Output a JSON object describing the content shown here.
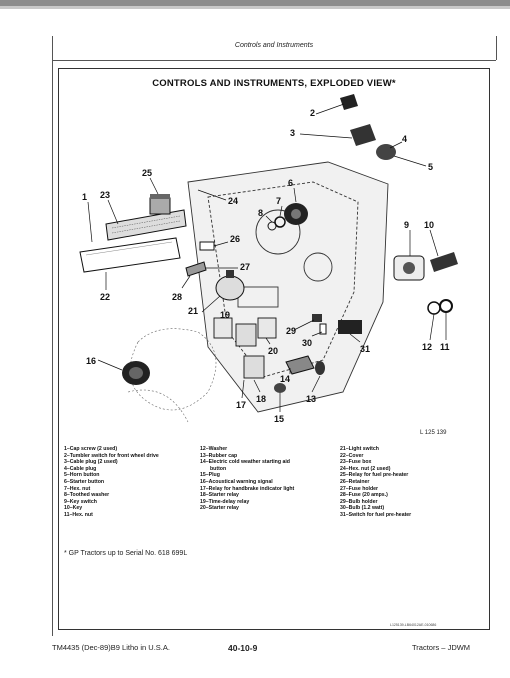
{
  "header": {
    "section_title": "Controls and Instruments"
  },
  "figure": {
    "title": "CONTROLS AND INSTRUMENTS, EXPLODED VIEW*",
    "figure_id": "L 125 139",
    "figure_code": "L125139-LB64012AE-010686",
    "callouts": [
      "1",
      "2",
      "3",
      "4",
      "5",
      "6",
      "7",
      "8",
      "9",
      "10",
      "11",
      "12",
      "13",
      "14",
      "15",
      "16",
      "17",
      "18",
      "19",
      "20",
      "21",
      "22",
      "23",
      "24",
      "25",
      "26",
      "27",
      "28",
      "29",
      "30",
      "31"
    ]
  },
  "legend": {
    "col1": [
      "1–Cap screw (2 used)",
      "2–Tumbler switch for front wheel drive",
      "3–Cable plug (2 used)",
      "4–Cable plug",
      "5–Horn button",
      "6–Starter button",
      "7–Hex. nut",
      "8–Toothed washer",
      "9–Key switch",
      "10–Key",
      "11–Hex. nut"
    ],
    "col2": [
      "12–Washer",
      "13–Rubber cap",
      "14–Electric cold weather starting aid",
      "button",
      "15–Plug",
      "16–Acoustical warning signal",
      "17–Relay for handbrake indicator light",
      "18–Starter relay",
      "19–Time-delay relay",
      "20–Starter relay"
    ],
    "col3": [
      "21–Light switch",
      "22–Cover",
      "23–Fuse box",
      "24–Hex. nut (2 used)",
      "25–Relay for fuel pre-heater",
      "26–Retainer",
      "27–Fuse holder",
      "28–Fuse (20 amps.)",
      "29–Bulb holder",
      "30–Bulb (1.2 watt)",
      "31–Switch for fuel pre-heater"
    ]
  },
  "note": "* GP Tractors up to Serial No. 618 699L",
  "footer": {
    "left": "TM4435 (Dec-89)B9 Litho in U.S.A.",
    "center": "40-10-9",
    "right": "Tractors – JDWM"
  }
}
